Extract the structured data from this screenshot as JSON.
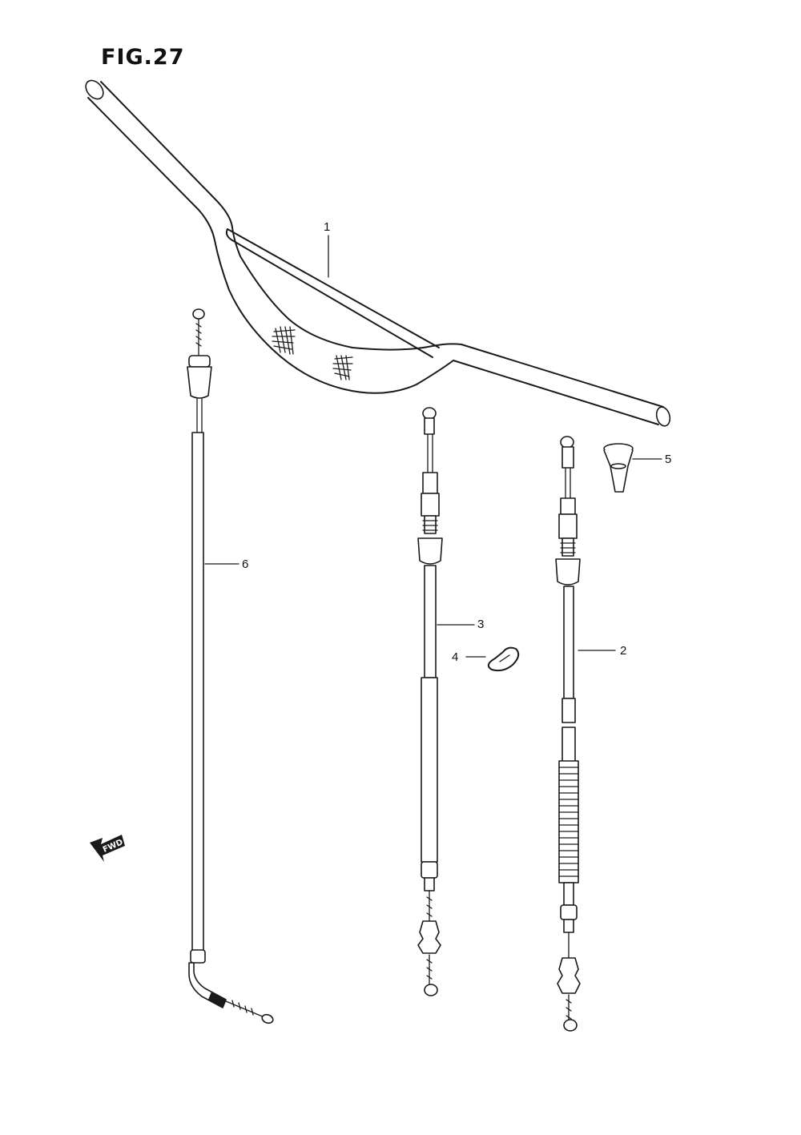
{
  "figure": {
    "title": "FIG.27"
  },
  "callouts": [
    {
      "id": "handlebar",
      "label": "1"
    },
    {
      "id": "cable-2",
      "label": "2"
    },
    {
      "id": "cable-3",
      "label": "3"
    },
    {
      "id": "clamp",
      "label": "4"
    },
    {
      "id": "boot",
      "label": "5"
    },
    {
      "id": "cable-6",
      "label": "6"
    }
  ],
  "badge": {
    "fwd_label": "FWD"
  }
}
